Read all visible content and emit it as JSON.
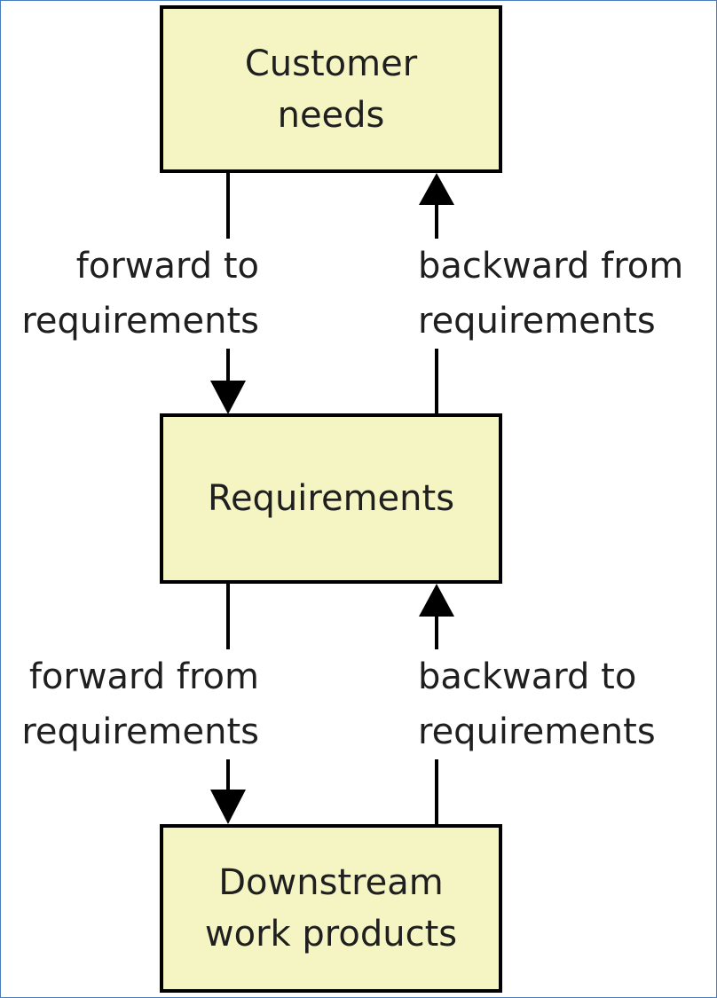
{
  "boxes": {
    "customer_needs": {
      "line1": "Customer",
      "line2": "needs"
    },
    "requirements": {
      "line1": "Requirements"
    },
    "downstream": {
      "line1": "Downstream",
      "line2": "work products"
    }
  },
  "labels": {
    "forward_to": {
      "line1": "forward to",
      "line2": "requirements"
    },
    "backward_from": {
      "line1": "backward from",
      "line2": "requirements"
    },
    "forward_from": {
      "line1": "forward from",
      "line2": "requirements"
    },
    "backward_to": {
      "line1": "backward to",
      "line2": "requirements"
    }
  },
  "colors": {
    "box_fill": "#f5f5c4",
    "stroke": "#000000",
    "frame": "#4a7ebb"
  }
}
